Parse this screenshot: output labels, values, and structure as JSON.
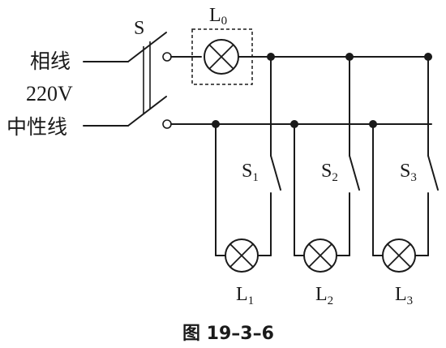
{
  "labels": {
    "main_switch": "S",
    "lamp0_main": "L",
    "lamp0_sub": "0",
    "phase_line": "相线",
    "voltage": "220V",
    "neutral_line": "中性线"
  },
  "branches": [
    {
      "switch_main": "S",
      "switch_sub": "1",
      "lamp_main": "L",
      "lamp_sub": "1"
    },
    {
      "switch_main": "S",
      "switch_sub": "2",
      "lamp_main": "L",
      "lamp_sub": "2"
    },
    {
      "switch_main": "S",
      "switch_sub": "3",
      "lamp_main": "L",
      "lamp_sub": "3"
    }
  ],
  "caption": "图 19–3–6"
}
